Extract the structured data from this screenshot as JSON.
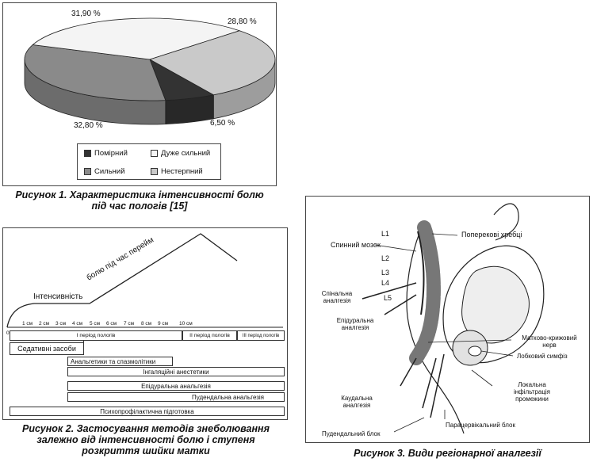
{
  "figure1": {
    "caption_line1": "Рисунок 1. Характеристика інтенсивності болю",
    "caption_line2": "під час пологів [15]",
    "chart_data": {
      "type": "pie",
      "categories": [
        "Помірний",
        "Дуже сильний",
        "Сильний",
        "Нестерпний"
      ],
      "values": [
        6.5,
        31.9,
        32.8,
        28.8
      ],
      "labels": [
        "6,50 %",
        "31,90 %",
        "32,80 %",
        "28,80 %"
      ],
      "colors": [
        "#333333",
        "#f4f4f4",
        "#8a8a8a",
        "#c9c9c9"
      ],
      "legend_position": "bottom"
    }
  },
  "figure2": {
    "caption_line1": "Рисунок 2. Застосування методів знеболювання",
    "caption_line2": "залежно від інтенсивності болю і ступеня",
    "caption_line3": "розкриття шийки матки",
    "curve_label_intensity": "Інтенсивність",
    "curve_label_pain": "болю під час перейм",
    "zero_label": "0",
    "cm_ticks": [
      "1 см",
      "2 см",
      "3 см",
      "4 см",
      "5 см",
      "6 см",
      "7 см",
      "8 см",
      "9 см",
      "10 см"
    ],
    "periods": [
      "I період пологів",
      "II період пологів",
      "III період пологів"
    ],
    "methods": [
      "Седативні засоби",
      "Анальгетики та спазмолітики",
      "Інгаляційні анестетики",
      "Епідуральна анальгезія",
      "Пудендальна анальгезія",
      "Психопрофілактична підготовка"
    ]
  },
  "figure3": {
    "caption": "Рисунок 3. Види регіонарної аналгезії",
    "labels": {
      "L1": "L1",
      "L2": "L2",
      "L3": "L3",
      "L4": "L4",
      "L5": "L5",
      "spinal_cord": "Спинний мозок",
      "vertebrae": "Поперекові хребці",
      "spinal": "Спінальна\nаналгезія",
      "epidural": "Епідуральна\nаналгезія",
      "uterosacral": "Матково-крижовий\nнерв",
      "symphysis": "Лобковий симфіз",
      "local": "Локальна\nінфільтрація\nпромежини",
      "caudal": "Каудальна\nаналгезія",
      "paracervical": "Парацервікальний блок",
      "pudendal": "Пудендальний блок"
    }
  }
}
